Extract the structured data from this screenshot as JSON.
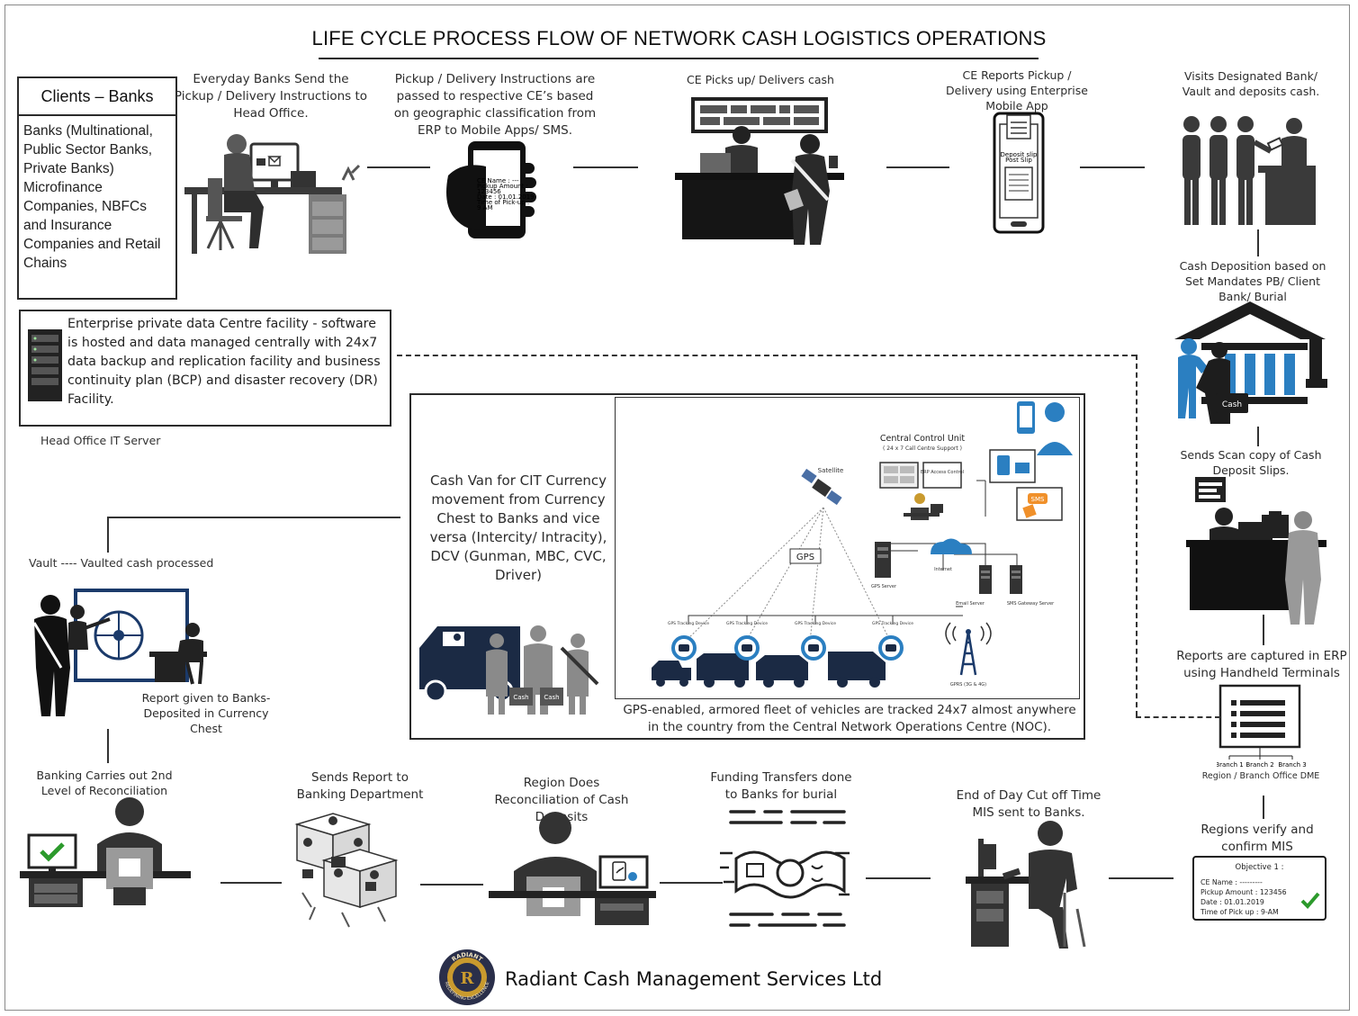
{
  "title": "LIFE CYCLE PROCESS FLOW OF NETWORK CASH LOGISTICS OPERATIONS",
  "clients": {
    "heading": "Clients – Banks",
    "body": "Banks (Multinational, Public Sector Banks, Private Banks) Microfinance Companies, NBFCs and Insurance Companies and Retail Chains"
  },
  "top_steps": [
    "Everyday Banks Send the Pickup / Delivery Instructions to Head Office.",
    "Pickup / Delivery Instructions are passed to respective CE’s based on geographic classification from ERP to Mobile Apps/ SMS.",
    "CE Picks up/ Delivers cash",
    "CE Reports Pickup / Delivery using Enterprise Mobile App",
    "Visits Designated Bank/ Vault and deposits cash."
  ],
  "phone_screen": [
    "CE Name : ---",
    "Pickup Amount :",
    "123456",
    "Date : 01.01.2019",
    "Time of Pick-up :",
    "9 AM"
  ],
  "app_screen": [
    "Deposit slip",
    "Post Slip"
  ],
  "right_steps": [
    "Cash Deposition based on Set Mandates PB/ Client Bank/ Burial",
    "Sends Scan copy of Cash Deposit Slips.",
    "Reports are captured in ERP using Handheld Terminals"
  ],
  "cash_label": "Cash",
  "server": {
    "body": "Enterprise private data Centre facility - software is hosted and data managed centrally with 24x7 data backup and replication facility and business continuity plan (BCP) and disaster recovery (DR) Facility.",
    "caption": "Head Office IT Server"
  },
  "vault": {
    "caption": "Vault ---- Vaulted cash processed",
    "report": "Report given to Banks- Deposited in Currency Chest"
  },
  "cash_van": {
    "text": "Cash Van for CIT Currency movement from Currency Chest to Banks and vice versa (Intercity/ Intracity), DCV (Gunman, MBC, CVC, Driver)",
    "bag_labels": [
      "Cash",
      "Cash"
    ]
  },
  "network": {
    "ccu_title": "Central Control Unit",
    "ccu_sub": "( 24 x 7 Call Centre Support )",
    "erp_label": "ERP Access Control",
    "satellite": "Satellite",
    "gps": "GPS",
    "gps_server": "GPS Server",
    "internet": "Internet",
    "email_server": "Email Server",
    "sms_server": "SMS Gateway Server",
    "sms_badge": "SMS",
    "tracking": [
      "GPS Tracking Device",
      "GPS Tracking Device",
      "GPS Tracking Device",
      "GPS Tracking Device"
    ],
    "gprs": "GPRS (3G & 4G)",
    "caption": "GPS-enabled, armored fleet of vehicles are tracked 24x7 almost anywhere in the country from the Central Network Operations Centre (NOC)."
  },
  "terminal": {
    "branches": [
      "Branch 1",
      "Branch 2",
      "Branch 3"
    ],
    "caption": "Region / Branch Office DME"
  },
  "bottom_steps": [
    "Banking Carries out 2nd Level of Reconciliation",
    "Sends Report to Banking Department",
    "Region Does Reconciliation of Cash Deposits",
    "Funding Transfers done to Banks for burial",
    "End of Day Cut off Time MIS sent to Banks.",
    "Regions verify and confirm MIS"
  ],
  "mis_card": {
    "title": "Objective 1 :",
    "lines": [
      "CE Name : ---------",
      "Pickup Amount : 123456",
      "Date : 01.01.2019",
      "Time of Pick up : 9-AM"
    ]
  },
  "logo": {
    "ring_top": "RADIANT",
    "ring_bottom": "REDEFINING EXCELLENCE",
    "letter": "R"
  },
  "company": "Radiant Cash Management Services Ltd",
  "colors": {
    "blue": "#2b7fc1",
    "dark": "#2a2a2a",
    "grey": "#6b6b6b",
    "navy": "#1b2a44",
    "check": "#2c9a2c",
    "orange": "#f0902a",
    "gold": "#c99a2e"
  }
}
